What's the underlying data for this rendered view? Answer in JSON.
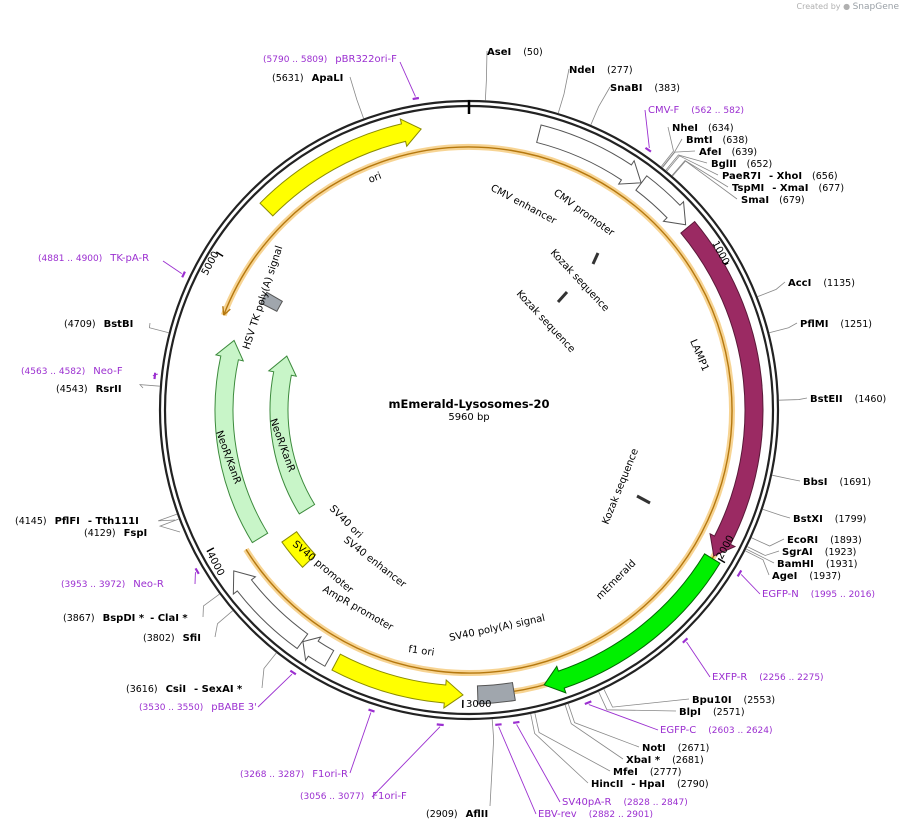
{
  "credit": {
    "prefix": "Created by",
    "brand": "SnapGene"
  },
  "plasmid": {
    "name": "mEmerald-Lysosomes-20",
    "length_label": "5960 bp",
    "length": 5960
  },
  "tick_labels": [
    {
      "bp": 1000,
      "label": "1000"
    },
    {
      "bp": 2000,
      "label": "2000"
    },
    {
      "bp": 3000,
      "label": "3000"
    },
    {
      "bp": 4000,
      "label": "4000"
    },
    {
      "bp": 5000,
      "label": "5000"
    }
  ],
  "features": [
    {
      "name": "ori",
      "start": 5210,
      "end": 5800,
      "strand": 1,
      "radius": 285,
      "color": "#ffff00",
      "stroke": "#8b8b00"
    },
    {
      "name": "CMV enhancer",
      "start": 235,
      "end": 615,
      "strand": 1,
      "radius": 285,
      "color": "#ffffff",
      "stroke": "#555555"
    },
    {
      "name": "CMV promoter",
      "start": 616,
      "end": 819,
      "strand": 1,
      "radius": 285,
      "color": "#ffffff",
      "stroke": "#555555"
    },
    {
      "name": "LAMP1",
      "start": 830,
      "end": 2000,
      "strand": 1,
      "radius": 285,
      "color": "#9b2a63",
      "stroke": "#5a1838"
    },
    {
      "name": "mEmerald",
      "start": 2010,
      "end": 2727,
      "strand": 1,
      "radius": 285,
      "color": "#00f000",
      "stroke": "#006600"
    },
    {
      "name": "SV40 poly(A) signal",
      "start": 2830,
      "end": 2951,
      "strand": 0,
      "radius": 285,
      "color": "#a0a6ad",
      "stroke": "#555555"
    },
    {
      "name": "f1 ori",
      "start": 3000,
      "end": 3440,
      "strand": -1,
      "radius": 285,
      "color": "#ffff00",
      "stroke": "#8b8b00"
    },
    {
      "name": "AmpR promoter",
      "start": 3466,
      "end": 3570,
      "strand": 1,
      "radius": 285,
      "color": "#ffffff",
      "stroke": "#555555"
    },
    {
      "name": "SV40 promoter",
      "start": 3572,
      "end": 3901,
      "strand": 1,
      "radius": 285,
      "color": "#ffffff",
      "stroke": "#555555"
    },
    {
      "name": "SV40 ori",
      "start": 3752,
      "end": 3887,
      "strand": 0,
      "radius": 220,
      "color": "#ffff00",
      "stroke": "#8b8b00"
    },
    {
      "name": "NeoR/KanR",
      "start": 3949,
      "end": 4743,
      "strand": 1,
      "radius": 245,
      "color": "#c8f5c8",
      "stroke": "#3c8a3c"
    },
    {
      "name": "NeoR/KanR",
      "start": 3949,
      "end": 4743,
      "strand": 1,
      "radius": 190,
      "color": "#c8f5c8",
      "stroke": "#3c8a3c"
    },
    {
      "name": "HSV TK poly(A) signal",
      "start": 4920,
      "end": 4970,
      "strand": 0,
      "radius": 225,
      "color": "#a0a6ad",
      "stroke": "#555555"
    }
  ],
  "feature_labels": [
    {
      "text": "ori"
    },
    {
      "text": "CMV enhancer"
    },
    {
      "text": "CMV promoter"
    },
    {
      "text": "Kozak sequence"
    },
    {
      "text": "Kozak sequence"
    },
    {
      "text": "Kozak sequence"
    },
    {
      "text": "LAMP1"
    },
    {
      "text": "mEmerald"
    },
    {
      "text": "SV40 poly(A) signal"
    },
    {
      "text": "f1 ori"
    },
    {
      "text": "AmpR promoter"
    },
    {
      "text": "SV40 promoter"
    },
    {
      "text": "SV40 enhancer"
    },
    {
      "text": "SV40 ori"
    },
    {
      "text": "NeoR/KanR"
    },
    {
      "text": "NeoR/KanR"
    },
    {
      "text": "HSV TK poly(A) signal"
    }
  ],
  "enzymes": [
    {
      "name": "AseI",
      "pos": "(50)"
    },
    {
      "name": "NdeI",
      "pos": "(277)"
    },
    {
      "name": "SnaBI",
      "pos": "(383)"
    },
    {
      "name": "NheI",
      "pos": "(634)"
    },
    {
      "name": "BmtI",
      "pos": "(638)"
    },
    {
      "name": "AfeI",
      "pos": "(639)"
    },
    {
      "name": "BglII",
      "pos": "(652)"
    },
    {
      "name": "PaeR7I",
      "extra": "- XhoI",
      "pos": "(656)"
    },
    {
      "name": "TspMI",
      "extra": "- XmaI",
      "pos": "(677)"
    },
    {
      "name": "SmaI",
      "pos": "(679)"
    },
    {
      "name": "AccI",
      "pos": "(1135)"
    },
    {
      "name": "PflMI",
      "pos": "(1251)"
    },
    {
      "name": "BstEII",
      "pos": "(1460)"
    },
    {
      "name": "BbsI",
      "pos": "(1691)"
    },
    {
      "name": "BstXI",
      "pos": "(1799)"
    },
    {
      "name": "EcoRI",
      "pos": "(1893)"
    },
    {
      "name": "SgrAI",
      "pos": "(1923)"
    },
    {
      "name": "BamHI",
      "pos": "(1931)"
    },
    {
      "name": "AgeI",
      "pos": "(1937)"
    },
    {
      "name": "Bpu10I",
      "pos": "(2553)"
    },
    {
      "name": "BlpI",
      "pos": "(2571)"
    },
    {
      "name": "NotI",
      "pos": "(2671)"
    },
    {
      "name": "XbaI *",
      "pos": "(2681)"
    },
    {
      "name": "MfeI",
      "pos": "(2777)"
    },
    {
      "name": "HincII",
      "extra": "- HpaI",
      "pos": "(2790)"
    },
    {
      "name": "AflII",
      "pos": "(2909)"
    },
    {
      "name": "CsiI",
      "extra": "- SexAI *",
      "pos": "(3616)"
    },
    {
      "name": "SfiI",
      "pos": "(3802)"
    },
    {
      "name": "BspDI *",
      "extra": "- ClaI *",
      "pos": "(3867)"
    },
    {
      "name": "FspI",
      "pos": "(4129)"
    },
    {
      "name": "PflFI",
      "extra": "- Tth111I",
      "pos": "(4145)"
    },
    {
      "name": "RsrII",
      "pos": "(4543)"
    },
    {
      "name": "BstBI",
      "pos": "(4709)"
    },
    {
      "name": "ApaLI",
      "pos": "(5631)"
    }
  ],
  "primers": [
    {
      "name": "pBR322ori-F",
      "pos": "(5790 .. 5809)"
    },
    {
      "name": "CMV-F",
      "pos": "(562 .. 582)"
    },
    {
      "name": "TK-pA-R",
      "pos": "(4881 .. 4900)"
    },
    {
      "name": "Neo-F",
      "pos": "(4563 .. 4582)"
    },
    {
      "name": "EGFP-N",
      "pos": "(1995 .. 2016)"
    },
    {
      "name": "EXFP-R",
      "pos": "(2256 .. 2275)"
    },
    {
      "name": "EGFP-C",
      "pos": "(2603 .. 2624)"
    },
    {
      "name": "SV40pA-R",
      "pos": "(2828 .. 2847)"
    },
    {
      "name": "EBV-rev",
      "pos": "(2882 .. 2901)"
    },
    {
      "name": "F1ori-F",
      "pos": "(3056 .. 3077)"
    },
    {
      "name": "F1ori-R",
      "pos": "(3268 .. 3287)"
    },
    {
      "name": "pBABE 3'",
      "pos": "(3530 .. 3550)"
    },
    {
      "name": "Neo-R",
      "pos": "(3953 .. 3972)"
    }
  ]
}
